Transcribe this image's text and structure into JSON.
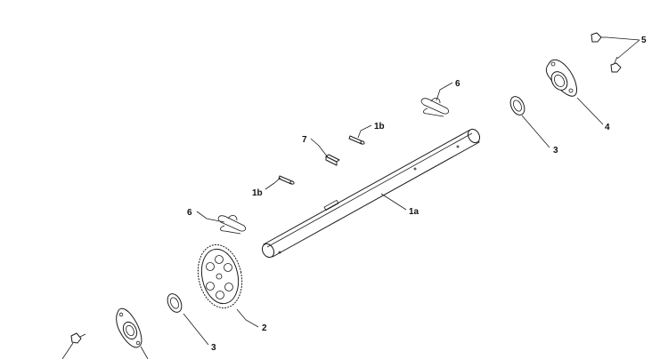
{
  "diagram": {
    "callouts": {
      "shaft": "1a",
      "pin_upper": "1b",
      "pin_lower": "1b",
      "gear": "2",
      "washer_right": "3",
      "washer_left": "3",
      "bearing_flange_right": "4",
      "bolts": "5",
      "hairpin_upper": "6",
      "hairpin_lower": "6",
      "key": "7"
    }
  }
}
